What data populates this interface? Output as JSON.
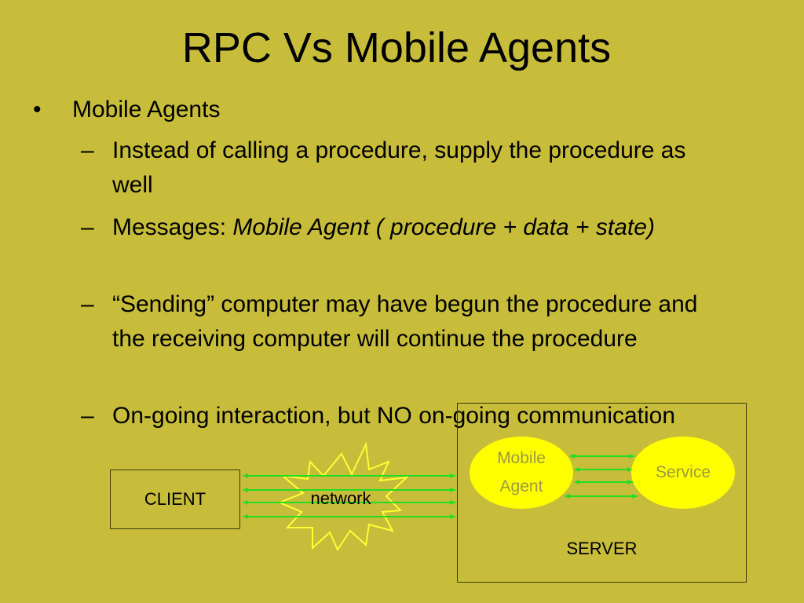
{
  "slide": {
    "title": "RPC Vs Mobile Agents",
    "bullet_glyph": "•",
    "dash_glyph": "–",
    "level1": "Mobile Agents",
    "items": [
      {
        "text": "Instead of calling a procedure, supply the procedure as well"
      },
      {
        "prefix": "Messages: ",
        "italic": "Mobile Agent ( procedure + data + state)"
      },
      {
        "text": "“Sending” computer may have begun the procedure and the receiving computer will continue the procedure"
      },
      {
        "text": "On-going interaction, but NO on-going communication"
      }
    ]
  },
  "diagram": {
    "client_label": "CLIENT",
    "network_label": "network",
    "server_label": "SERVER",
    "agent_line1": "Mobile",
    "agent_line2": "Agent",
    "service_label": "Service",
    "colors": {
      "background": "#c8bd3a",
      "ellipse": "#ffff00",
      "arrow": "#22dd22",
      "starburst": "#ffff33"
    }
  }
}
